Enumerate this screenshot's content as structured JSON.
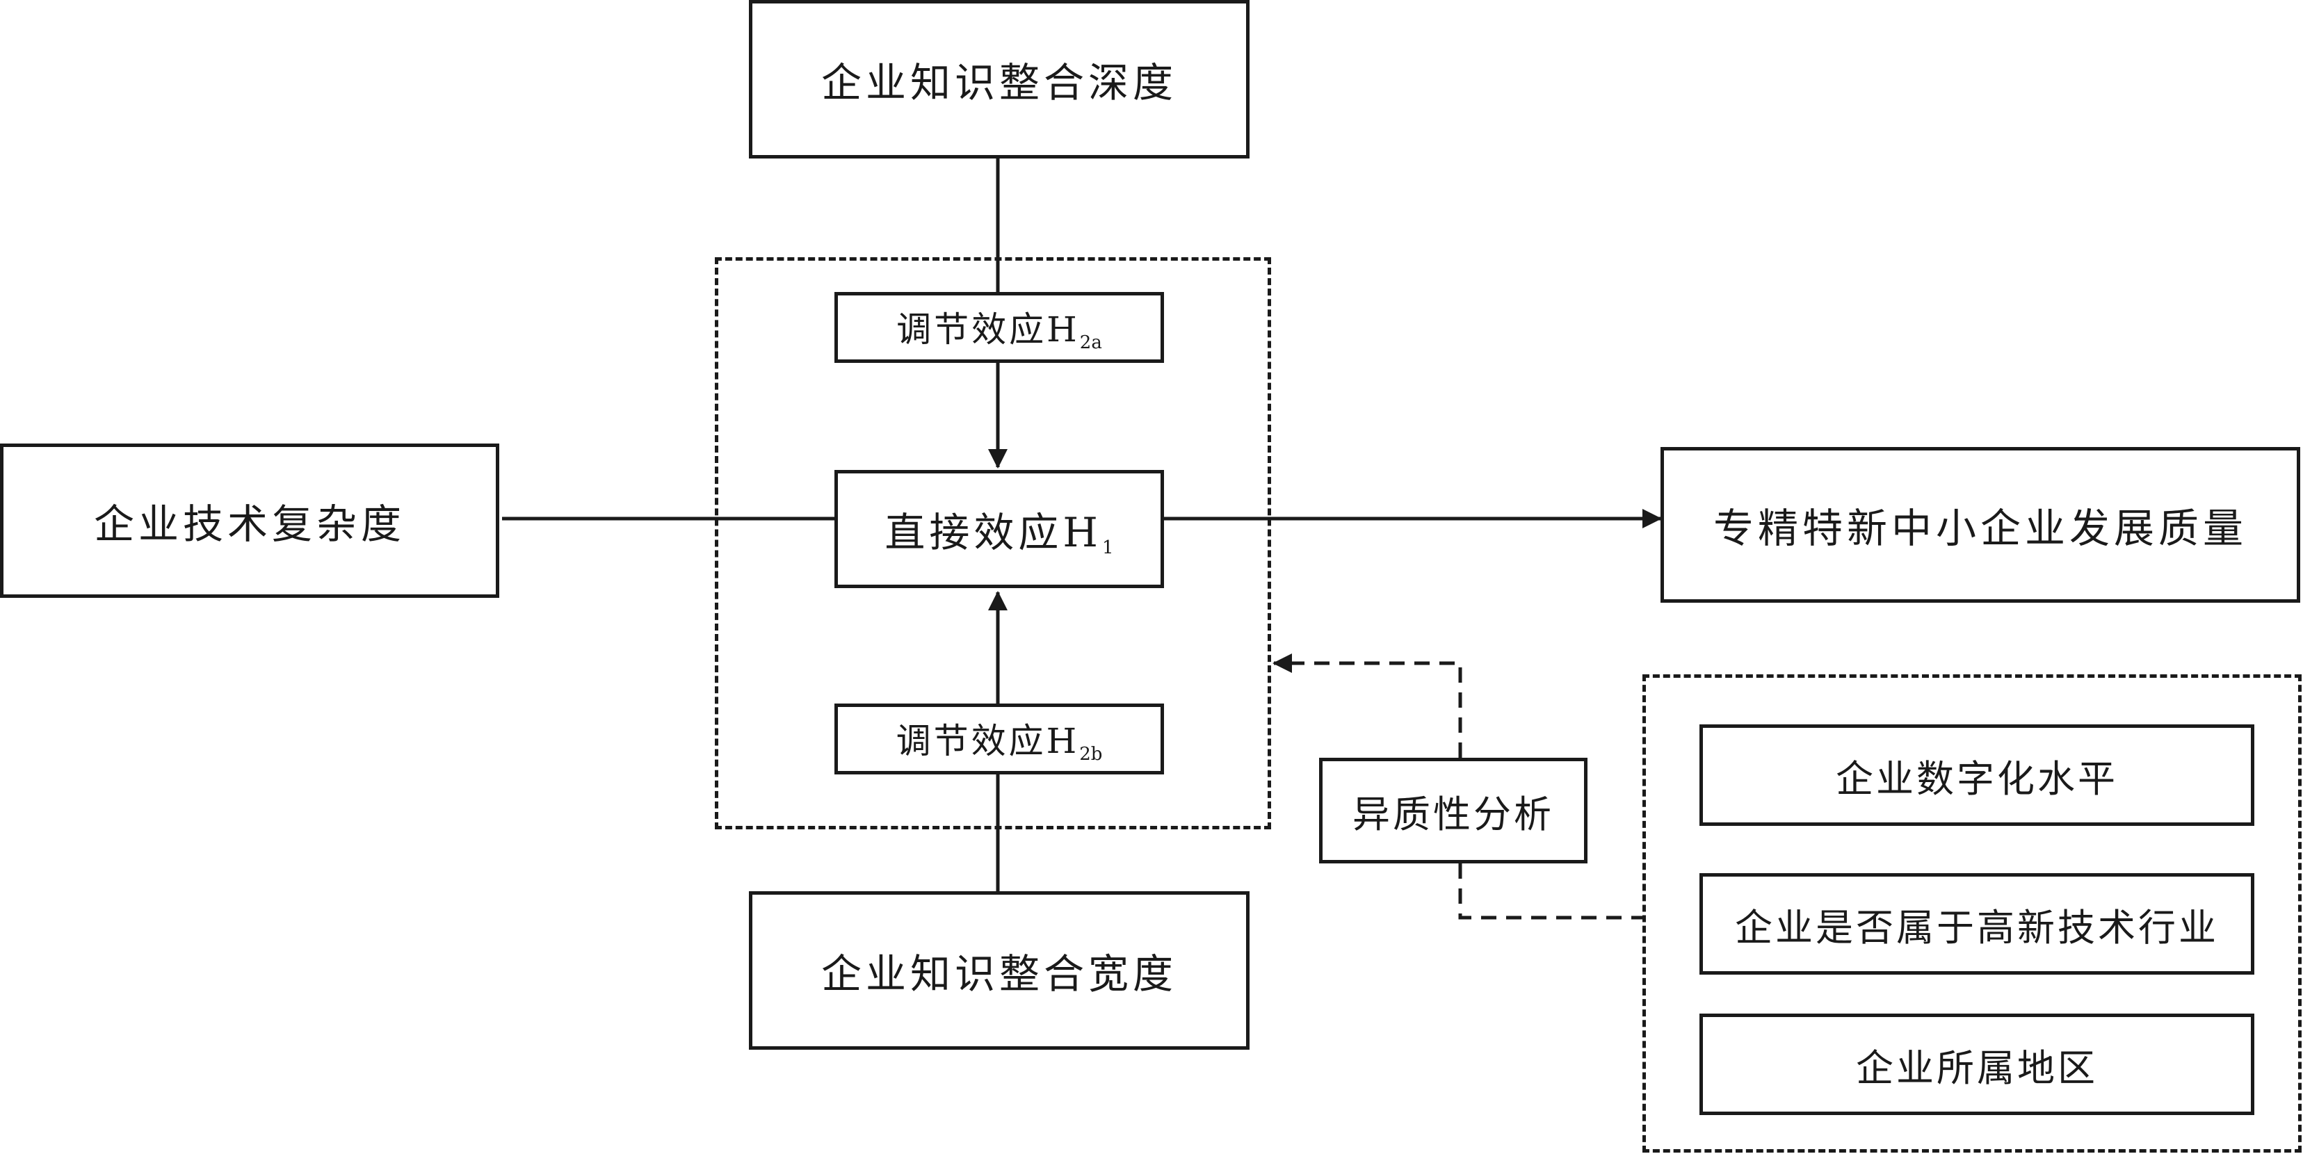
{
  "nodes": {
    "depth": "企业知识整合深度",
    "breadth": "企业知识整合宽度",
    "complexity": "企业技术复杂度",
    "quality": "专精特新中小企业发展质量",
    "direct": {
      "text": "直接效应H",
      "sub": "1"
    },
    "mod_a": {
      "text": "调节效应H",
      "sub": "2a"
    },
    "mod_b": {
      "text": "调节效应H",
      "sub": "2b"
    },
    "heterogeneity": "异质性分析",
    "digital": "企业数字化水平",
    "hightech": "企业是否属于高新技术行业",
    "region": "企业所属地区"
  },
  "colors": {
    "line": "#1a1a1a",
    "background": "#ffffff"
  }
}
